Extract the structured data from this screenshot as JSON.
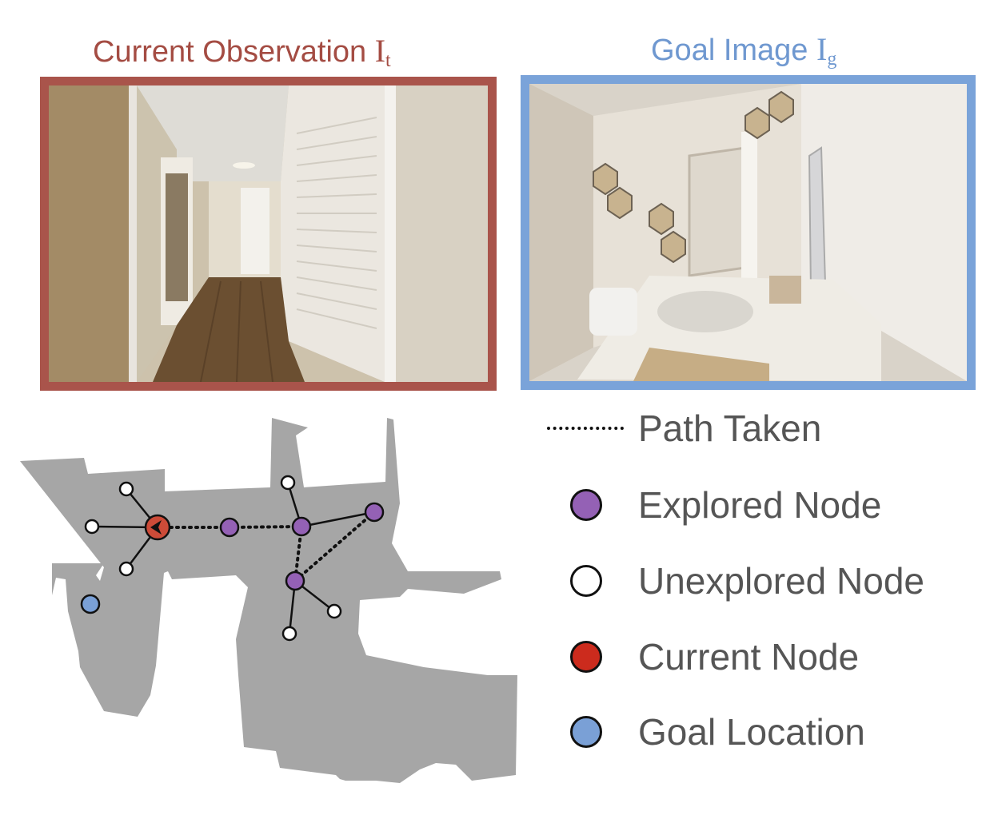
{
  "titles": {
    "current": {
      "text": "Current Observation ",
      "symbol": "I",
      "subscript": "t"
    },
    "goal": {
      "text": "Goal Image ",
      "symbol": "I",
      "subscript": "g"
    }
  },
  "legend": [
    {
      "label": "Path Taken",
      "marker": "dotted-line"
    },
    {
      "label": "Explored Node",
      "marker": "circle",
      "color": "#9461b5"
    },
    {
      "label": "Unexplored Node",
      "marker": "circle",
      "color": "#ffffff"
    },
    {
      "label": "Current Node",
      "marker": "circle",
      "color": "#cc2b1d"
    },
    {
      "label": "Goal Location",
      "marker": "circle",
      "color": "#7aa0d6"
    }
  ],
  "colors": {
    "current_frame": "#a9544b",
    "goal_frame": "#7aa3d9",
    "floor_plan": "#a6a6a6"
  }
}
